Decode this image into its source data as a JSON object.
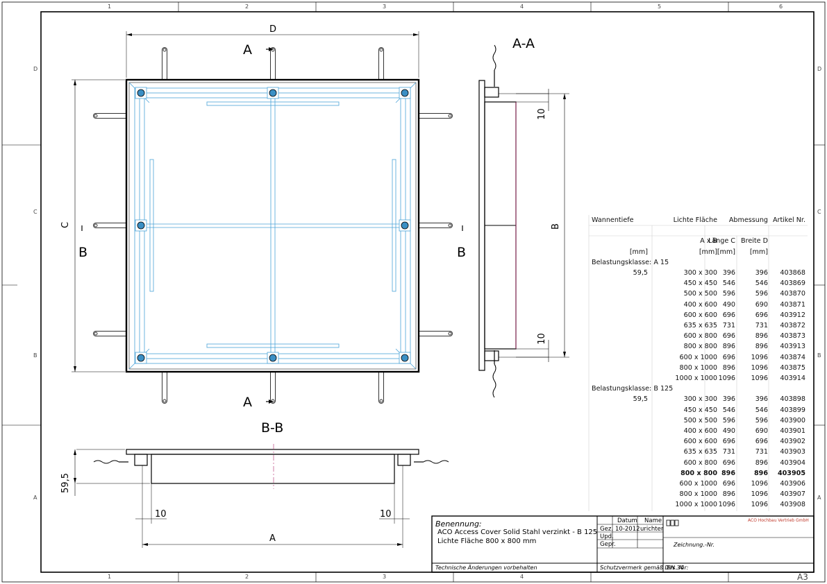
{
  "grid": {
    "columns": [
      "1",
      "2",
      "3",
      "4",
      "5",
      "6"
    ],
    "rows": [
      "D",
      "C",
      "B",
      "A"
    ],
    "sheet_size": "A3"
  },
  "labels": {
    "section_a": "A",
    "section_b": "B",
    "section_aa_title": "A-A",
    "section_bb_title": "B-B",
    "dim_d": "D",
    "dim_c": "C",
    "dim_b": "B",
    "dim_a": "A",
    "dim_10": "10",
    "dim_59_5": "59,5"
  },
  "table": {
    "headers": [
      "Wannentiefe",
      "Lichte Fläche",
      "Abmessung",
      "Artikel Nr."
    ],
    "subheaders": [
      "A x B",
      "Länge C",
      "Breite D"
    ],
    "units": [
      "[mm]",
      "[mm]",
      "[mm]",
      "[mm]"
    ],
    "groups": [
      {
        "class_label": "Belastungsklasse: A 15",
        "depth": "59,5",
        "rows": [
          [
            "300 x 300",
            "396",
            "396",
            "403868"
          ],
          [
            "450 x 450",
            "546",
            "546",
            "403869"
          ],
          [
            "500 x 500",
            "596",
            "596",
            "403870"
          ],
          [
            "400 x 600",
            "490",
            "690",
            "403871"
          ],
          [
            "600 x 600",
            "696",
            "696",
            "403912"
          ],
          [
            "635 x 635",
            "731",
            "731",
            "403872"
          ],
          [
            "600 x 800",
            "696",
            "896",
            "403873"
          ],
          [
            "800 x 800",
            "896",
            "896",
            "403913"
          ],
          [
            "600 x 1000",
            "696",
            "1096",
            "403874"
          ],
          [
            "800 x 1000",
            "896",
            "1096",
            "403875"
          ],
          [
            "1000 x 1000",
            "1096",
            "1096",
            "403914"
          ]
        ]
      },
      {
        "class_label": "Belastungsklasse: B 125",
        "depth": "59,5",
        "rows": [
          [
            "300 x 300",
            "396",
            "396",
            "403898"
          ],
          [
            "450 x 450",
            "546",
            "546",
            "403899"
          ],
          [
            "500 x 500",
            "596",
            "596",
            "403900"
          ],
          [
            "400 x 600",
            "490",
            "690",
            "403901"
          ],
          [
            "600 x 600",
            "696",
            "696",
            "403902"
          ],
          [
            "635 x 635",
            "731",
            "731",
            "403903"
          ],
          [
            "600 x 800",
            "696",
            "896",
            "403904"
          ],
          [
            "800 x 800",
            "896",
            "896",
            "403905"
          ],
          [
            "600 x 1000",
            "696",
            "1096",
            "403906"
          ],
          [
            "800 x 1000",
            "896",
            "1096",
            "403907"
          ],
          [
            "1000 x 1000",
            "1096",
            "1096",
            "403908"
          ]
        ]
      }
    ],
    "highlight_article": "403905"
  },
  "title_block": {
    "benennung_label": "Benennung:",
    "line1": "ACO Access Cover Solid  Stahl verzinkt - B 125",
    "line2": "Lichte Fläche 800 x 800 mm",
    "datum_label": "Datum",
    "name_label": "Name",
    "gez_label": "Gez.",
    "gez_date": "10-2012",
    "gez_name": "urichter",
    "upd_label": "Upd.",
    "gepr_label": "Gepr.",
    "zeichnung_label": "Zeichnung.-Nr.",
    "company": "ACO Hochbau Vertrieb GmbH",
    "changes_note": "Technische Änderungen vorbehalten",
    "protection_note": "Schutzvermerk gemäß DIN 34",
    "ers_label": "Ers. für:"
  }
}
